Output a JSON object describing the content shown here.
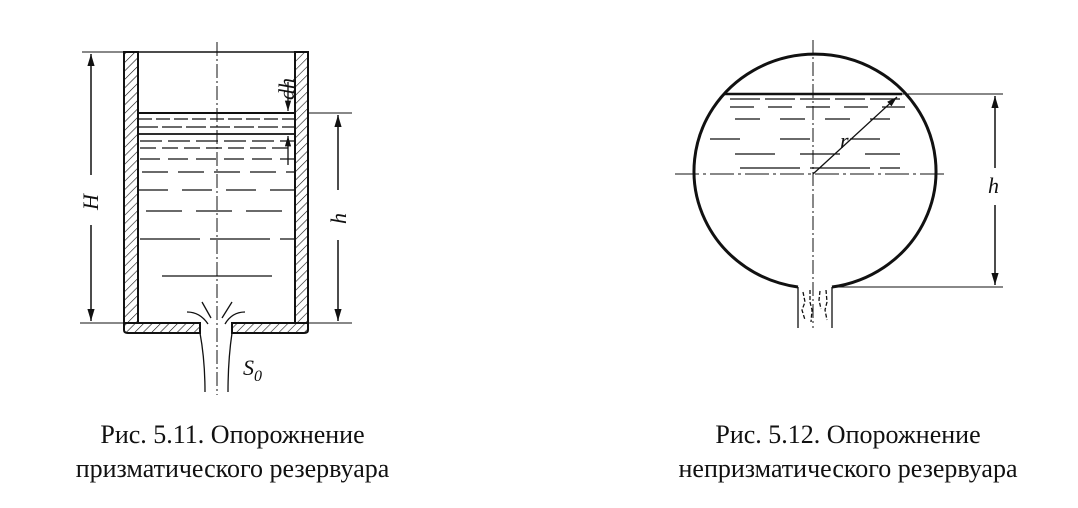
{
  "figures": [
    {
      "caption_line1": "Рис. 5.11. Опорожнение",
      "caption_line2": "призматического резервуара",
      "labels": {
        "H": "H",
        "h": "h",
        "dh": "dh",
        "S0": "S",
        "S0_sub": "0"
      }
    },
    {
      "caption_line1": "Рис. 5.12. Опорожнение",
      "caption_line2": "непризматического резервуара",
      "labels": {
        "r": "r",
        "h": "h"
      }
    }
  ],
  "colors": {
    "ink": "#111111",
    "background": "#ffffff"
  }
}
